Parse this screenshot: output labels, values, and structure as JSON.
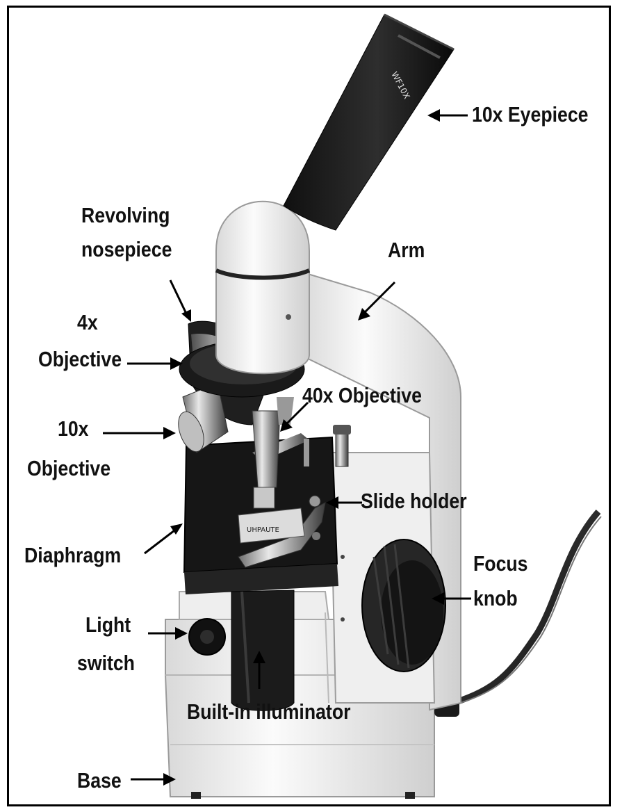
{
  "labels": {
    "eyepiece": "10x Eyepiece",
    "nosepiece_line1": "Revolving",
    "nosepiece_line2": "nosepiece",
    "arm": "Arm",
    "objective4x_line1": "4x",
    "objective4x_line2": "Objective",
    "objective40x": "40x Objective",
    "objective10x_line1": "10x",
    "objective10x_line2": "Objective",
    "slide_holder": "Slide holder",
    "diaphragm": "Diaphragm",
    "focus_line1": "Focus",
    "focus_line2": "knob",
    "light_line1": "Light",
    "light_line2": "switch",
    "illuminator": "Built-in illuminator",
    "base": "Base",
    "eyepiece_engraving": "WF10X",
    "slide_text": "UHPAUTE"
  },
  "colors": {
    "line": "#000000",
    "body_white": "#f2f2f2",
    "stage_black": "#141414"
  }
}
